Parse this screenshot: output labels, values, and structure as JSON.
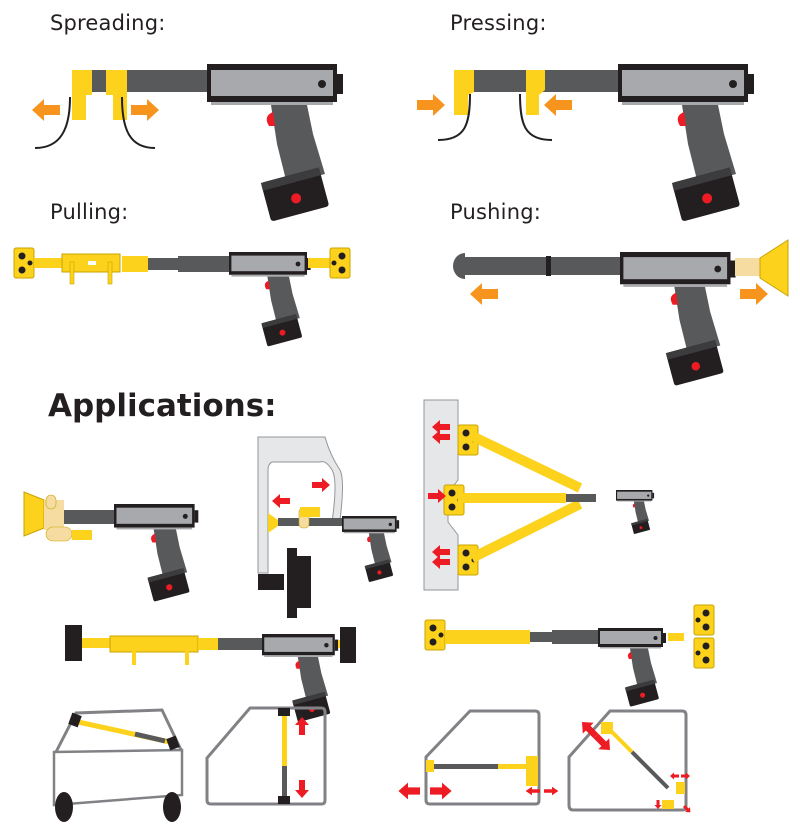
{
  "modes": [
    {
      "id": "spreading",
      "label": "Spreading:"
    },
    {
      "id": "pressing",
      "label": "Pressing:"
    },
    {
      "id": "pulling",
      "label": "Pulling:"
    },
    {
      "id": "pushing",
      "label": "Pushing:"
    }
  ],
  "applications": {
    "heading": "Applications:"
  },
  "colors": {
    "yellow": "#fcd21c",
    "cream": "#f6dca0",
    "body_gray": "#a7a9ac",
    "dark_gray": "#58595b",
    "black": "#231f20",
    "trigger_red": "#ed1c24",
    "arrow_orange": "#f7941d",
    "arrow_red": "#ed1c24",
    "panel_gray": "#e6e7e8"
  },
  "icons": {
    "tool": "hydraulic-ram-gun-icon",
    "arrow_orange": "orange-arrow-icon",
    "arrow_red": "red-arrow-icon"
  }
}
